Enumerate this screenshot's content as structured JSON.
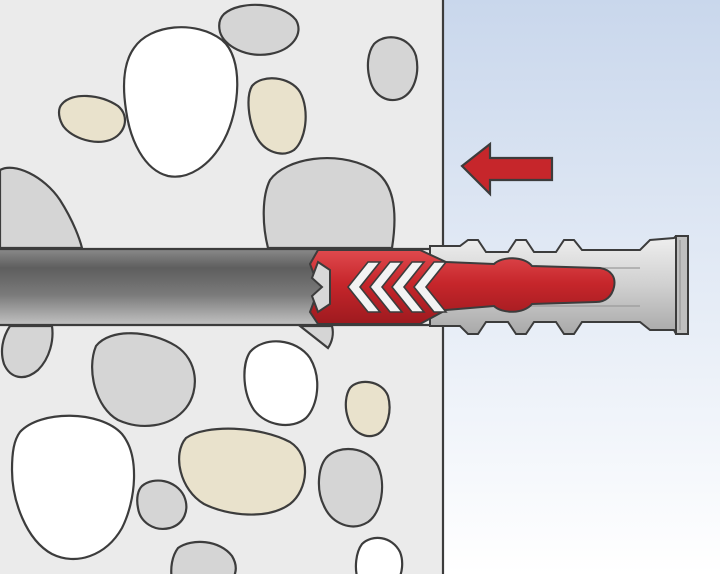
{
  "diagram": {
    "type": "installation-illustration",
    "components": [
      "concrete-wall",
      "aggregate-stones",
      "drilled-hole",
      "wall-plug-anchor",
      "insertion-arrow"
    ],
    "colors": {
      "concrete": "#ebebeb",
      "background_gradient_top": "#c9d7ec",
      "background_gradient_bottom": "#ffffff",
      "stone_grey": "#d5d5d5",
      "stone_white": "#ffffff",
      "stone_beige": "#e9e2cc",
      "outline": "#3c3c3c",
      "drill_hole_dark": "#6d6d6d",
      "drill_hole_light": "#b8b8b8",
      "anchor_red": "#c6262b",
      "anchor_grey": "#d4d4d4",
      "arrow_red": "#c6262b"
    },
    "arrow_direction": "left"
  }
}
